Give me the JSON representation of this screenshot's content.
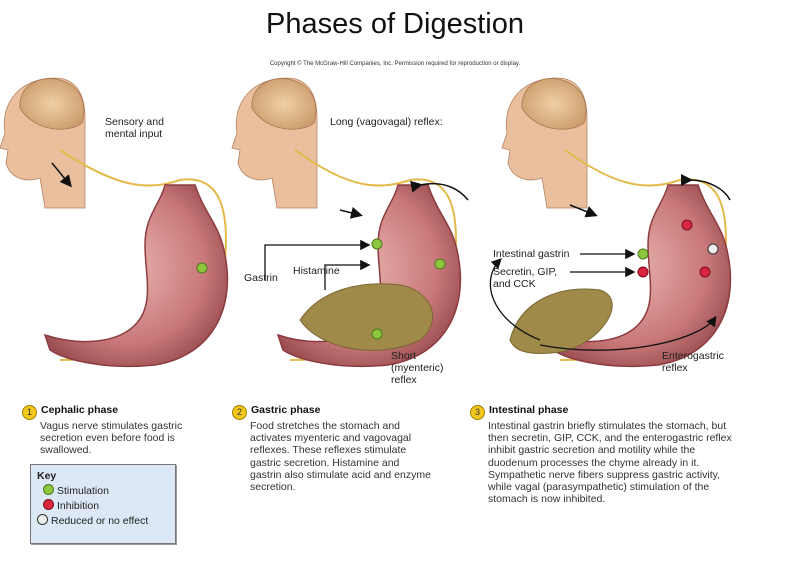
{
  "title": "Phases of Digestion",
  "copyright": "Copyright © The McGraw-Hill Companies, Inc. Permission required for reproduction or display.",
  "panel1": {
    "label": "Sensory and mental input"
  },
  "panel2": {
    "label_reflex": "Long (vagovagal) reflex:",
    "gastrin": "Gastrin",
    "histamine": "Histamine",
    "short_reflex": "Short (myenteric) reflex"
  },
  "panel3": {
    "intestinal_gastrin": "Intestinal gastrin",
    "secretin": "Secretin, GIP, and CCK",
    "enterogastric": "Enterogastric reflex"
  },
  "phases": [
    {
      "number": "1",
      "title": "Cephalic phase",
      "text": "Vagus nerve stimulates gastric secretion even before food is swallowed."
    },
    {
      "number": "2",
      "title": "Gastric phase",
      "text": "Food stretches the stomach and activates myenteric and vagovagal reflexes. These reflexes stimulate gastric secretion. Histamine and gastrin also stimulate acid and enzyme secretion."
    },
    {
      "number": "3",
      "title": "Intestinal phase",
      "text": "Intestinal gastrin briefly stimulates the stomach, but then secretin, GIP, CCK, and the enterogastric reflex inhibit gastric secretion and motility while the duodenum processes the chyme already in it. Sympathetic nerve fibers suppress gastric activity, while vagal (parasympathetic) stimulation of the stomach is now inhibited."
    }
  ],
  "key": {
    "title": "Key",
    "items": [
      "Stimulation",
      "Inhibition",
      "Reduced or no effect"
    ]
  },
  "colors": {
    "stimulation": "#8dc63f",
    "inhibition": "#d7263d",
    "key_bg": "#dce8f6",
    "stomach": "#c9797a",
    "food": "#a08a4a"
  }
}
